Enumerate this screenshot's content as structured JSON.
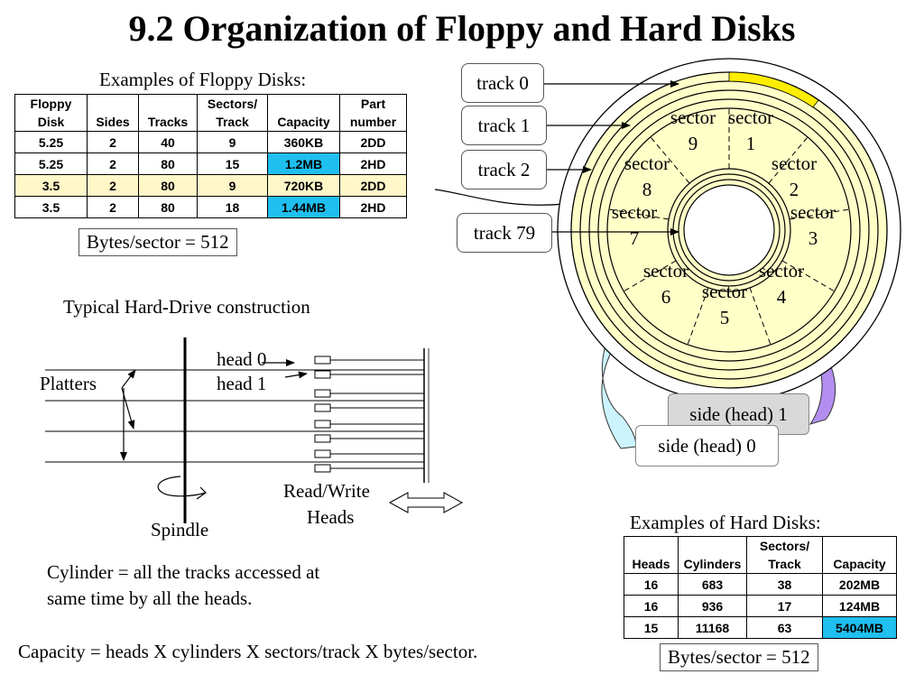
{
  "title": "9.2 Organization of Floppy and Hard Disks",
  "floppy": {
    "caption": "Examples of Floppy Disks:",
    "headers": [
      [
        "Floppy",
        "Disk"
      ],
      [
        "",
        "Sides"
      ],
      [
        "",
        "Tracks"
      ],
      [
        "Sectors/",
        "Track"
      ],
      [
        "",
        "Capacity"
      ],
      [
        "Part",
        "number"
      ]
    ],
    "rows": [
      [
        "5.25",
        "2",
        "40",
        "9",
        "360KB",
        "2DD"
      ],
      [
        "5.25",
        "2",
        "80",
        "15",
        "1.2MB",
        "2HD"
      ],
      [
        "3.5",
        "2",
        "80",
        "9",
        "720KB",
        "2DD"
      ],
      [
        "3.5",
        "2",
        "80",
        "18",
        "1.44MB",
        "2HD"
      ]
    ],
    "bytes_note": "Bytes/sector = 512"
  },
  "hard": {
    "caption": "Examples of Hard Disks:",
    "headers": [
      [
        "",
        "Heads"
      ],
      [
        "",
        "Cylinders"
      ],
      [
        "Sectors/",
        "Track"
      ],
      [
        "",
        "Capacity"
      ]
    ],
    "rows": [
      [
        "16",
        "683",
        "38",
        "202MB"
      ],
      [
        "16",
        "936",
        "17",
        "124MB"
      ],
      [
        "15",
        "11168",
        "63",
        "5404MB"
      ]
    ],
    "bytes_note": "Bytes/sector = 512"
  },
  "construction": {
    "caption": "Typical Hard-Drive construction",
    "platters": "Platters",
    "head0": "head 0",
    "head1": "head 1",
    "spindle": "Spindle",
    "rw_line1": "Read/Write",
    "rw_line2": "Heads"
  },
  "cylinder_line1": "Cylinder = all the tracks accessed at",
  "cylinder_line2": "same time by all the heads.",
  "formula": "Capacity = heads X cylinders X sectors/track X bytes/sector.",
  "disk": {
    "tracks": [
      "track 0",
      "track 1",
      "track 2",
      "track 79"
    ],
    "sector_word": "sector",
    "sector_numbers": [
      "9",
      "1",
      "8",
      "2",
      "7",
      "3",
      "6",
      "4",
      "5"
    ],
    "side1": "side (head) 1",
    "side0": "side (head) 0"
  },
  "colors": {
    "platter": "#ffffc8",
    "highlight_blue": "#1fbfef",
    "highlight_yellow": "#fff7c8",
    "track0_mark": "#ffee00",
    "arrow_cyan": "#ccf4ff",
    "arrow_purple": "#b38ef0"
  }
}
